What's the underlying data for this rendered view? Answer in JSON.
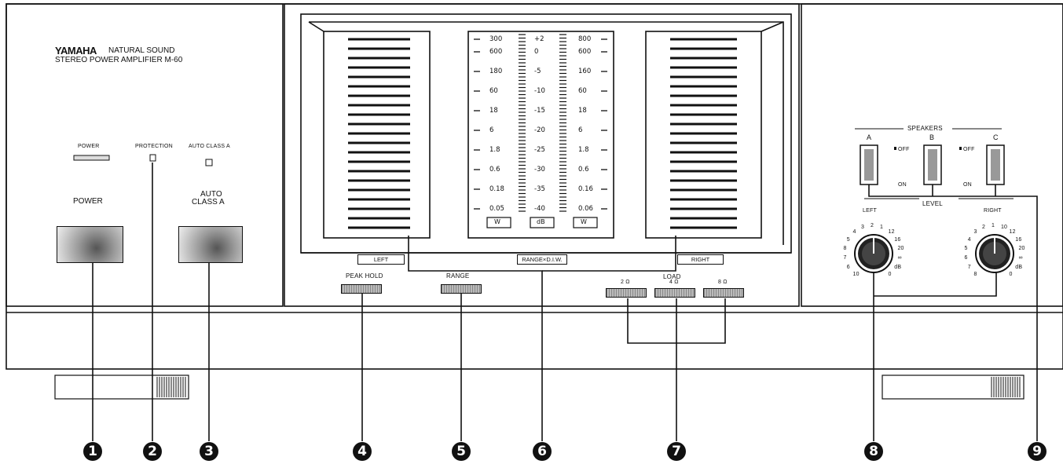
{
  "brand": {
    "name": "YAMAHA",
    "line1": "NATURAL SOUND",
    "line2": "STEREO POWER AMPLIFIER M-60"
  },
  "indicators": {
    "power": "POWER",
    "protection": "PROTECTION",
    "auto_class_a": "AUTO CLASS A"
  },
  "switches": {
    "power": "POWER",
    "auto_class_a_1": "AUTO",
    "auto_class_a_2": "CLASS A"
  },
  "meter": {
    "watts_left": [
      "300",
      "600",
      "180",
      "60",
      "18",
      "6",
      "1.8",
      "0.6",
      "0.18",
      "0.05"
    ],
    "db": [
      "+2",
      "0",
      "-5",
      "-10",
      "-15",
      "-20",
      "-25",
      "-30",
      "-35",
      "-40"
    ],
    "watts_right": [
      "800",
      "600",
      "160",
      "60",
      "18",
      "6",
      "1.8",
      "0.6",
      "0.16",
      "0.06"
    ],
    "unit_w": "W",
    "unit_db": "dB",
    "left_label": "LEFT",
    "range_label": "RANGE×D.I.W.",
    "right_label": "RIGHT"
  },
  "buttons": {
    "peak_hold": "PEAK HOLD",
    "range": "RANGE",
    "load": "LOAD",
    "load_2": "2 Ω",
    "load_4": "4 Ω",
    "load_8": "8 Ω"
  },
  "speakers": {
    "title": "SPEAKERS",
    "a": "A",
    "b": "B",
    "c": "C",
    "off": "OFF",
    "on": "ON"
  },
  "level": {
    "title": "LEVEL",
    "left": "LEFT",
    "right": "RIGHT",
    "left_scale": [
      "10",
      "6",
      "7",
      "8",
      "5",
      "4",
      "3",
      "2",
      "1",
      "12",
      "16",
      "20",
      "∞",
      "dB",
      "0"
    ],
    "right_scale": [
      "8",
      "7",
      "6",
      "5",
      "4",
      "3",
      "2",
      "1",
      "10",
      "12",
      "16",
      "20",
      "∞",
      "dB",
      "0"
    ]
  },
  "callouts": [
    "1",
    "2",
    "3",
    "4",
    "5",
    "6",
    "7",
    "8",
    "9"
  ]
}
